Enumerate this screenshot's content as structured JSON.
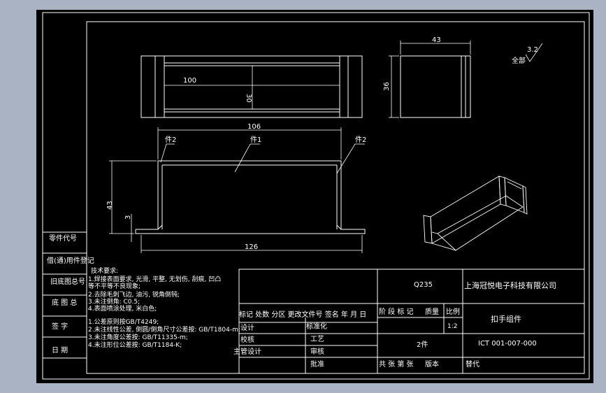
{
  "dims": {
    "top_width": "100",
    "top_height": "30",
    "side_width": "43",
    "side_height": "36",
    "front_total": "106",
    "front_height": "43",
    "front_thickness": "3",
    "front_base": "126"
  },
  "labels": {
    "part2_left": "件2",
    "part1": "件1",
    "part2_right": "件2"
  },
  "roughness": {
    "value": "3.2",
    "prefix": "全部"
  },
  "left_column": [
    "零件代号",
    "借(通)用件登记",
    "旧底图总号",
    "底 图 总",
    "签 字",
    "日 期"
  ],
  "notes": {
    "title": "技术要求:",
    "items": [
      "1.焊接表面要求, 光滑, 平整, 无划伤, 刮痕, 凹凸",
      "等不平等不良现象;",
      "2.去除毛刺飞边, 油污, 锐角倒钝;",
      "3.未注倒角: C0.5;",
      "4.表面喷涂处理, 米白色;",
      "1.公差原则按GB/T4249;",
      "2.未注线性公差, 倒圆/倒角尺寸公差按: GB/T1804-m;",
      "3.未注角度公差按: GB/T11335-m;",
      "4.未注形位公差按: GB/T1184-K;"
    ]
  },
  "title_block": {
    "material": "Q235",
    "company": "上海冠悦电子科技有限公司",
    "part_name": "扣手组件",
    "drawing_no": "ICT 001-007-000",
    "quantity": "2件",
    "scale_header": "比例",
    "scale": "1:2",
    "weight_header": "质量",
    "stage_header": "阶 段 标 记",
    "revision_headers": "标记 处数 分区 更改文件号 签名 年 月 日",
    "design": "设计",
    "standardization": "标准化",
    "check": "校核",
    "process": "工艺",
    "chief": "主管设计",
    "review": "审核",
    "approve": "批准",
    "sheet_total": "共 张 第 张",
    "version": "版本",
    "replace": "替代"
  }
}
